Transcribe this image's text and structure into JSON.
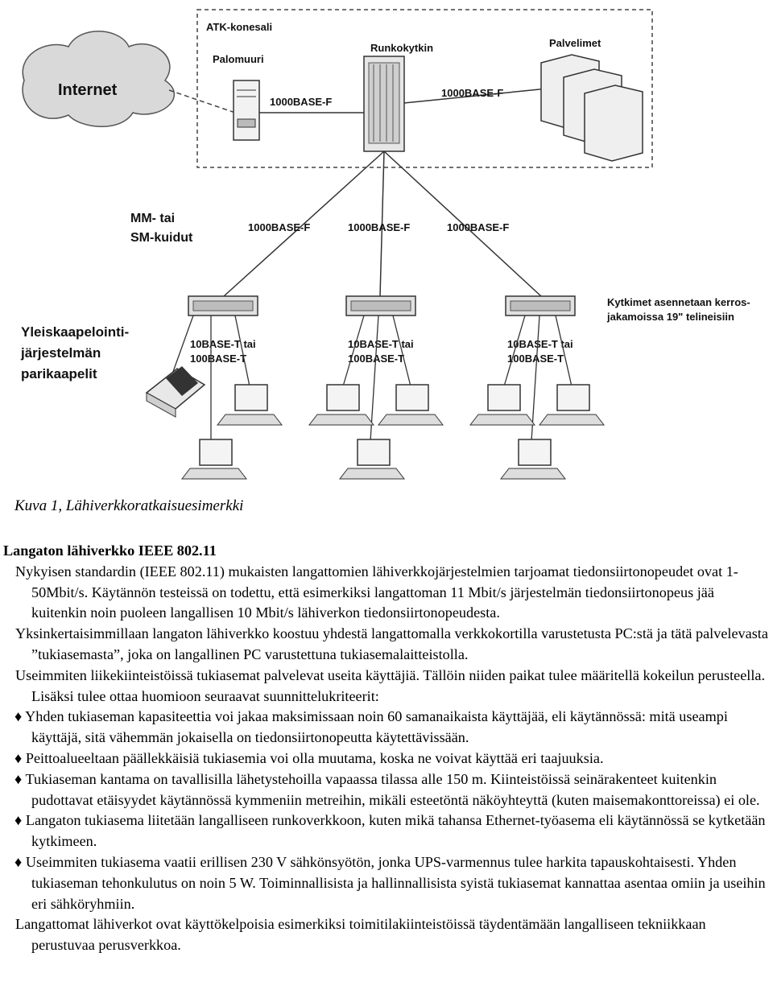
{
  "diagram": {
    "labels": {
      "atk": "ATK-konesali",
      "palomuuri": "Palomuuri",
      "runkokytkin": "Runkokytkin",
      "palvelimet": "Palvelimet",
      "internet": "Internet",
      "link_fw": "1000BASE-F",
      "link_srv": "1000BASE-F",
      "mm1": "MM- tai",
      "mm2": "SM-kuidut",
      "f1": "1000BASE-F",
      "f2": "1000BASE-F",
      "f3": "1000BASE-F",
      "kyt1": "Kytkimet asennetaan kerros-",
      "kyt2": "jakamoissa 19\" telineisiin",
      "y1": "Yleiskaapelointi-",
      "y2": "järjestelmän",
      "y3": "parikaapelit",
      "t1a": "10BASE-T tai",
      "t1b": "100BASE-T",
      "t2a": "10BASE-T tai",
      "t2b": "100BASE-T",
      "t3a": "10BASE-T tai",
      "t3b": "100BASE-T"
    }
  },
  "caption": "Kuva 1, Lähiverkkoratkaisuesimerkki",
  "heading": "Langaton lähiverkko IEEE 802.11",
  "p1": "Nykyisen standardin (IEEE 802.11) mukaisten langattomien lähiverkkojärjestelmien tarjoamat tiedonsiirtonopeudet ovat 1-50Mbit/s. Käytännön testeissä on todettu, että esimerkiksi langattoman 11 Mbit/s järjestelmän tiedonsiirtonopeus jää kuitenkin noin puoleen langallisen 10 Mbit/s lähiverkon tiedonsiirtonopeudesta.",
  "p2": "Yksinkertaisimmillaan langaton lähiverkko koostuu yhdestä langattomalla verkkokortilla varustetusta PC:stä ja tätä palvelevasta ”tukiasemasta”, joka on langallinen PC varustettuna tukiasemalaitteistolla.",
  "p3": "Useimmiten liikekiinteistöissä tukiasemat palvelevat useita käyttäjiä. Tällöin niiden paikat tulee määritellä kokeilun perusteella. Lisäksi tulee ottaa huomioon seuraavat suunnittelukriteerit:",
  "bullet_symbol": "♦",
  "bullets": [
    "Yhden tukiaseman kapasiteettia voi jakaa maksimissaan noin 60 samanaikaista käyttäjää, eli käytännössä: mitä useampi käyttäjä, sitä vähemmän jokaisella on tiedonsiirtonopeutta käytettävissään.",
    "Peittoalueeltaan päällekkäisiä tukiasemia voi olla muutama, koska ne voivat käyttää eri taajuuksia.",
    "Tukiaseman kantama on tavallisilla lähetystehoilla vapaassa tilassa alle 150 m. Kiinteistöissä seinärakenteet kuitenkin pudottavat etäisyydet käytännössä kymmeniin metreihin, mikäli esteetöntä näköyhteyttä (kuten maisemakonttoreissa) ei ole.",
    "Langaton tukiasema liitetään langalliseen runkoverkkoon, kuten mikä tahansa Ethernet-työasema eli käytännössä se kytketään kytkimeen.",
    "Useimmiten tukiasema vaatii erillisen 230 V sähkönsyötön, jonka UPS-varmennus tulee harkita tapauskohtaisesti. Yhden tukiaseman tehonkulutus on noin 5 W. Toiminnallisista ja hallinnallisista syistä tukiasemat kannattaa asentaa omiin ja useihin eri sähköryhmiin."
  ],
  "p4": "Langattomat lähiverkot ovat käyttökelpoisia esimerkiksi toimitilakiinteistöissä täydentämään langalliseen tekniikkaan perustuvaa perusverkkoa."
}
